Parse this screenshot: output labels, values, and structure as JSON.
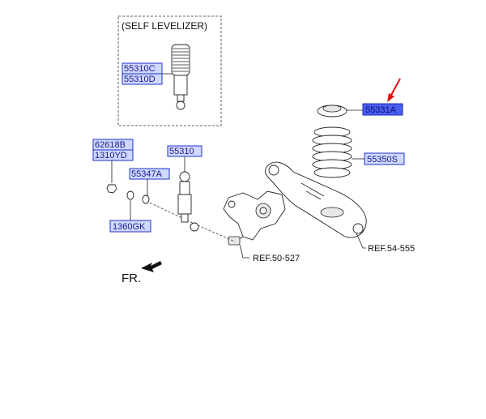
{
  "diagram": {
    "group_title": "(SELF LEVELIZER)",
    "direction_label": "FR.",
    "highlight_color": "#4a5ef0",
    "arrow_color": "#e01010",
    "part_numbers": {
      "levelizer_a": "55310C",
      "levelizer_b": "55310D",
      "bolt_a": "62618B",
      "bolt_b": "1310YD",
      "shock": "55310",
      "washer": "55347A",
      "nut": "1360GK",
      "spring_pad": "55331A",
      "spring": "55350S"
    },
    "references": {
      "knuckle": "REF.50-527",
      "lower_arm": "REF.54-555"
    }
  }
}
